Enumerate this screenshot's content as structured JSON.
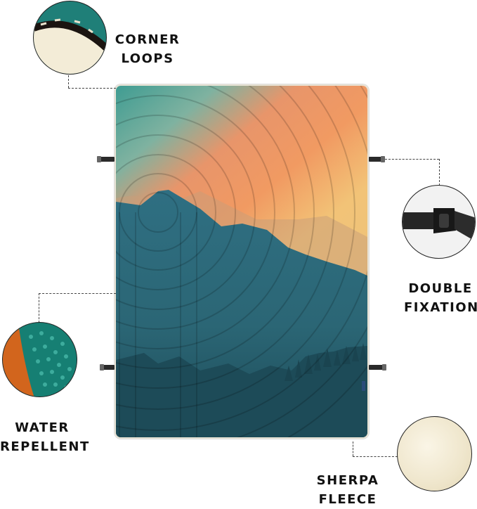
{
  "features": [
    {
      "id": "corner-loops",
      "line1": "CORNER",
      "line2": "LOOPS"
    },
    {
      "id": "double-fixation",
      "line1": "DOUBLE",
      "line2": "FIXATION"
    },
    {
      "id": "water-repellent",
      "line1": "WATER",
      "line2": "REPELLENT"
    },
    {
      "id": "sherpa-fleece",
      "line1": "SHERPA",
      "line2": "FLEECE"
    }
  ],
  "colors": {
    "teal_top": "#3f9c92",
    "orange": "#f19a62",
    "yellow": "#f2c377",
    "mountain": "#2f6f82",
    "deep_teal": "#1f4f5c",
    "sherpa": "#f3ecd7",
    "loop_teal": "#1f7f78"
  }
}
